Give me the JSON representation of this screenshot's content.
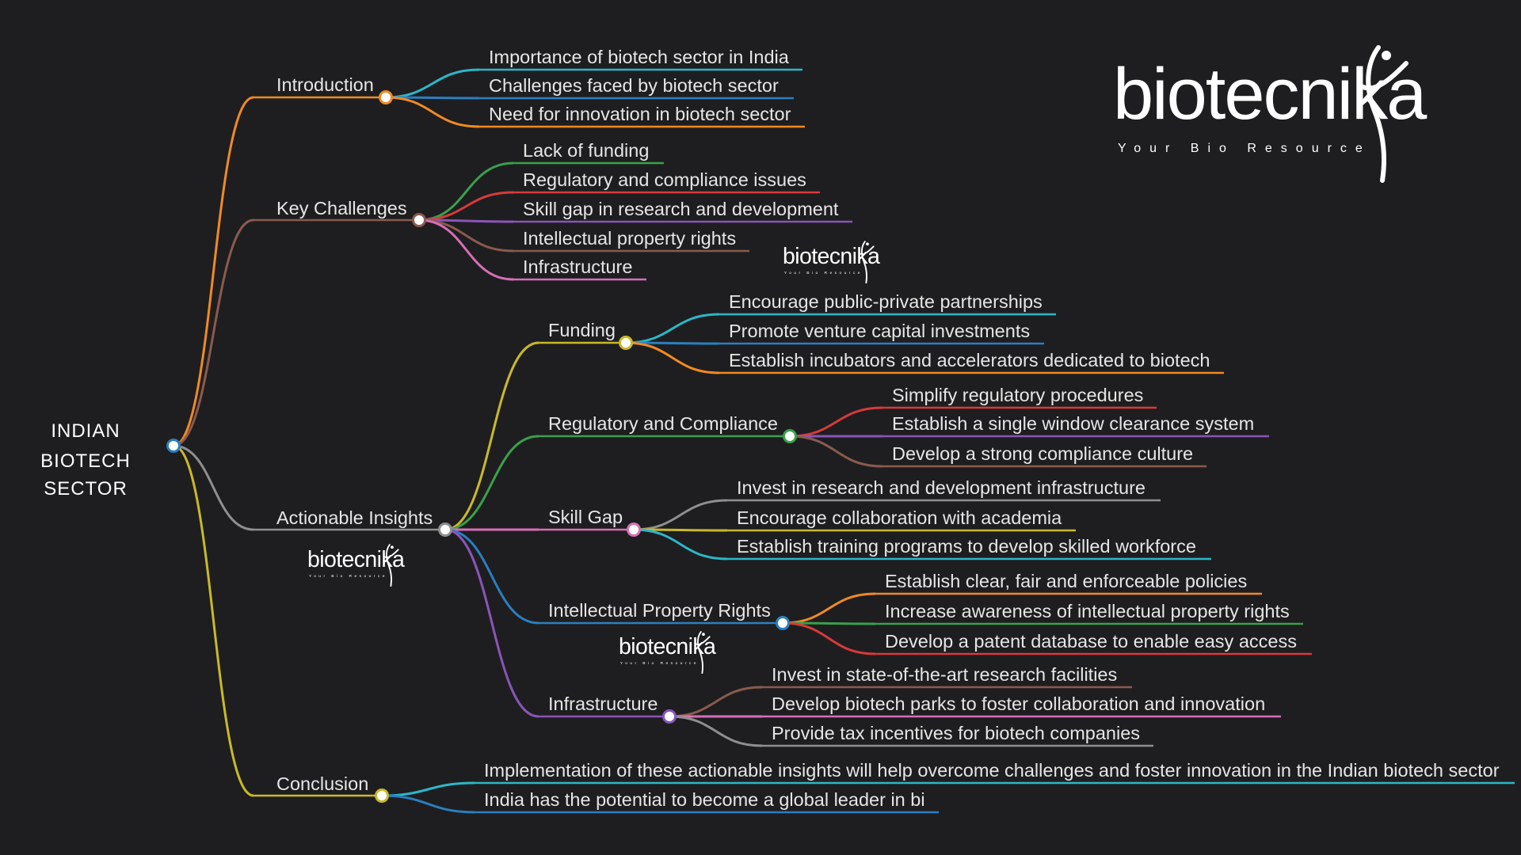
{
  "root": {
    "label": [
      "INDIAN",
      "BIOTECH",
      "SECTOR"
    ]
  },
  "branches": [
    {
      "label": "Introduction",
      "color": "#f08a24",
      "children": [
        {
          "label": "Importance of biotech sector in India",
          "color": "#2bb7c9"
        },
        {
          "label": "Challenges faced by biotech sector",
          "color": "#2a7fc0"
        },
        {
          "label": "Need for innovation in biotech sector",
          "color": "#f08a24"
        }
      ]
    },
    {
      "label": "Key Challenges",
      "color": "#8a5a4e",
      "children": [
        {
          "label": "Lack of funding",
          "color": "#3aa04a"
        },
        {
          "label": "Regulatory and compliance issues",
          "color": "#d83a3a"
        },
        {
          "label": "Skill gap in research and development",
          "color": "#8a55b8"
        },
        {
          "label": "Intellectual property rights",
          "color": "#8a5a4e"
        },
        {
          "label": "Infrastructure",
          "color": "#d66fb8"
        }
      ]
    },
    {
      "label": "Actionable Insights",
      "color": "#8f8f8f",
      "children": [
        {
          "label": "Funding",
          "color": "#c9b92a",
          "children": [
            {
              "label": "Encourage public-private partnerships",
              "color": "#2bb7c9"
            },
            {
              "label": "Promote venture capital investments",
              "color": "#2a7fc0"
            },
            {
              "label": "Establish incubators and accelerators dedicated to biotech",
              "color": "#f08a24"
            }
          ]
        },
        {
          "label": "Regulatory and Compliance",
          "color": "#3aa04a",
          "children": [
            {
              "label": "Simplify regulatory procedures",
              "color": "#d83a3a"
            },
            {
              "label": "Establish a single window clearance system",
              "color": "#8a55b8"
            },
            {
              "label": "Develop a strong compliance culture",
              "color": "#8a5a4e"
            }
          ]
        },
        {
          "label": "Skill Gap",
          "color": "#d66fb8",
          "children": [
            {
              "label": "Invest in research and development infrastructure",
              "color": "#8f8f8f"
            },
            {
              "label": "Encourage collaboration with academia",
              "color": "#c9b92a"
            },
            {
              "label": "Establish training programs to develop skilled workforce",
              "color": "#2bb7c9"
            }
          ]
        },
        {
          "label": "Intellectual Property Rights",
          "color": "#2a7fc0",
          "children": [
            {
              "label": "Establish clear, fair and enforceable policies",
              "color": "#f08a24"
            },
            {
              "label": "Increase awareness of intellectual property rights",
              "color": "#3aa04a"
            },
            {
              "label": "Develop a patent database to enable easy access",
              "color": "#d83a3a"
            }
          ]
        },
        {
          "label": "Infrastructure",
          "color": "#8a55b8",
          "children": [
            {
              "label": "Invest in state-of-the-art research facilities",
              "color": "#8a5a4e"
            },
            {
              "label": "Develop biotech parks to foster collaboration and innovation",
              "color": "#d66fb8"
            },
            {
              "label": "Provide tax incentives for biotech companies",
              "color": "#8f8f8f"
            }
          ]
        }
      ]
    },
    {
      "label": "Conclusion",
      "color": "#c9b92a",
      "children": [
        {
          "label": "Implementation of these actionable insights will help overcome challenges and foster innovation in the Indian biotech sector",
          "color": "#2bb7c9"
        },
        {
          "label": "India has the potential to become a global leader in bi",
          "color": "#2a7fc0"
        }
      ]
    }
  ],
  "logo": {
    "name": "biotecnika",
    "tagline": "Your Bio Resource"
  }
}
